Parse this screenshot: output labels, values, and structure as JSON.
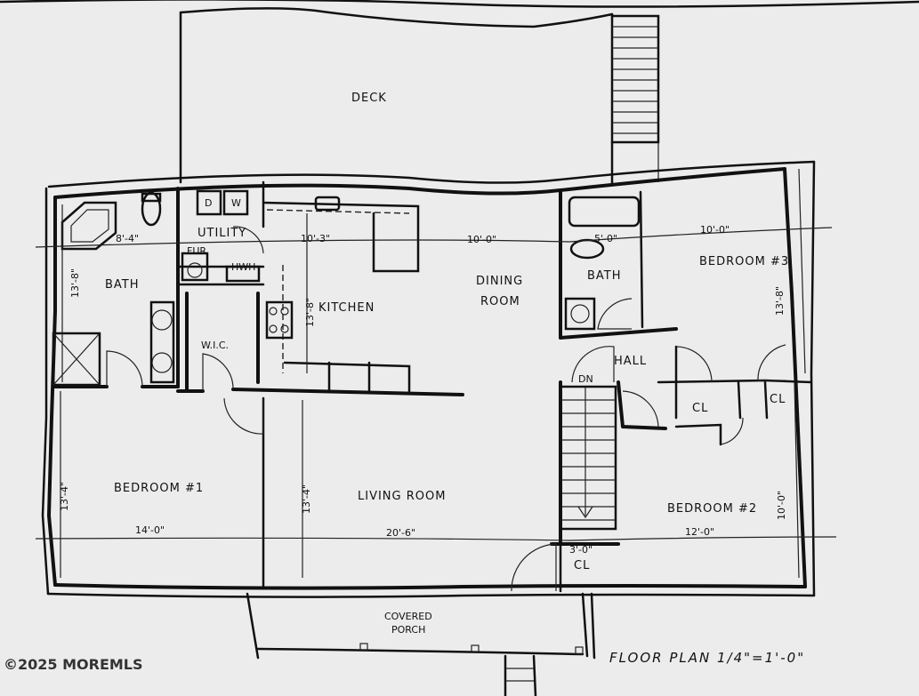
{
  "labels": {
    "deck": "DECK",
    "utility": "UTILITY",
    "fur": "FUR",
    "hwh": "HWH",
    "dw": "D",
    "w": "W",
    "bath1": "BATH",
    "bath2": "BATH",
    "kitchen": "KITCHEN",
    "dining_line1": "DINING",
    "dining_line2": "ROOM",
    "wic": "W.I.C.",
    "hall": "HALL",
    "dn": "DN",
    "cl1": "CL",
    "cl2": "CL",
    "cl3": "CL",
    "bedroom1": "BEDROOM #1",
    "bedroom2": "BEDROOM #2",
    "bedroom3": "BEDROOM #3",
    "living": "LIVING ROOM",
    "porch_line1": "COVERED",
    "porch_line2": "PORCH",
    "title": "FLOOR PLAN  1/4\"=1'-0\""
  },
  "dimensions": {
    "bath1_w": "8'-4\"",
    "bath1_h": "13'-8\"",
    "kitchen_w": "10'-3\"",
    "kitchen_h": "13'-8\"",
    "dining_w": "10'-0\"",
    "bath2_w": "5'-0\"",
    "bed3_w": "10'-0\"",
    "bed3_h": "13'-8\"",
    "bed1_w": "14'-0\"",
    "bed1_h": "13'-4\"",
    "living_w": "20'-6\"",
    "living_h": "13'-4\"",
    "bed2_w": "12'-0\"",
    "bed2_h": "10'-0\"",
    "cl_w": "3'-0\""
  },
  "watermark": "©2025 MOREMLS"
}
